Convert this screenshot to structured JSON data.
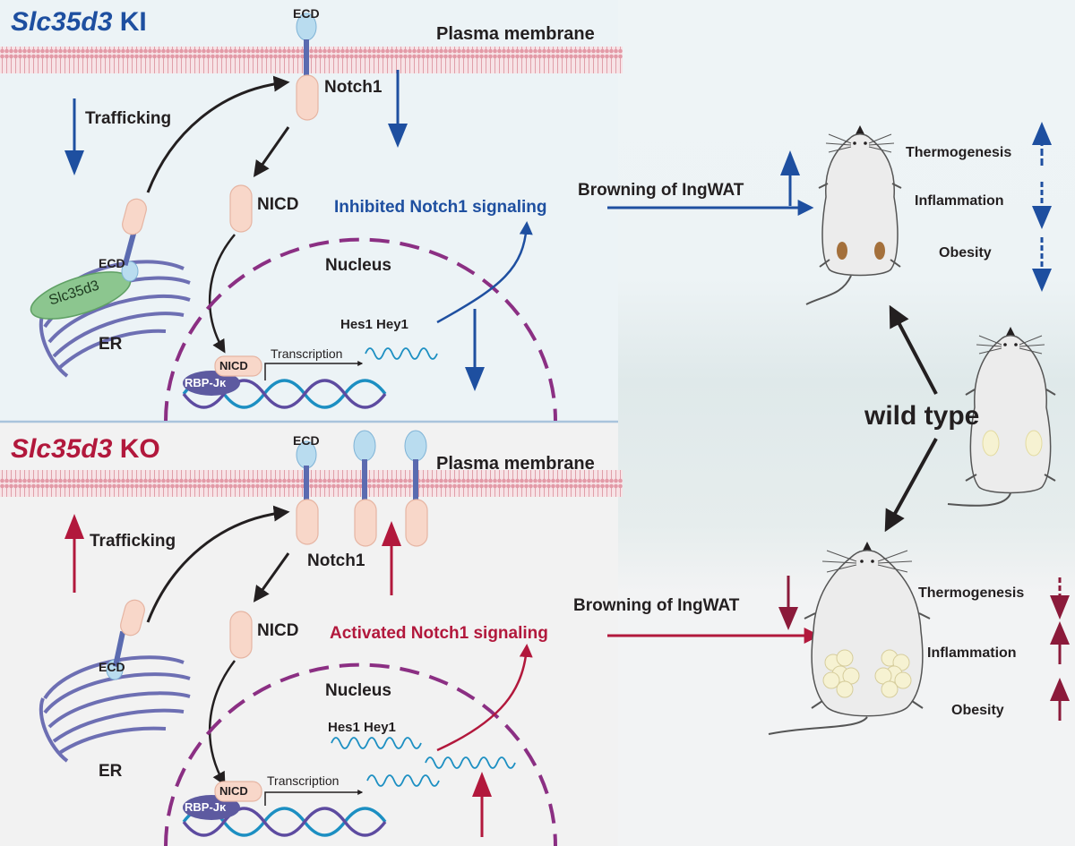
{
  "colors": {
    "ki_blue": "#1e4fa0",
    "ko_red": "#b2183c",
    "dark_arrow": "#231f20",
    "membrane_pink": "#e9a8b3",
    "receptor_pill": "#f8d7c9",
    "ecd_blue": "#b9dcef",
    "stalk_purple": "#5b6bb0",
    "nucleus_purple": "#8b2f83",
    "dna_teal": "#1c8fc2",
    "dna_purple": "#5d4ba0",
    "slc35d3_green": "#8cc68f",
    "rbp_purple": "#5d5aa0",
    "brown_fat": "#a4703b",
    "white_fat": "#f6f2d2"
  },
  "icons": [
    "mouse-icon",
    "dna-helix-icon",
    "er-icon",
    "membrane-icon",
    "receptor-icon",
    "mrna-wave-icon"
  ],
  "ki": {
    "title_gene": "Slc35d3",
    "title_suffix": "KI",
    "plasma_membrane": "Plasma membrane",
    "ecd": "ECD",
    "notch1": "Notch1",
    "trafficking": "Trafficking",
    "nicd": "NICD",
    "signaling": "Inhibited Notch1 signaling",
    "ecd_er": "ECD",
    "slc35d3": "Slc35d3",
    "er": "ER",
    "nucleus": "Nucleus",
    "genes": "Hes1 Hey1",
    "nicd_box": "NICD",
    "rbp": "RBP-Jκ",
    "transcription": "Transcription",
    "browning": "Browning of IngWAT",
    "thermogenesis": "Thermogenesis",
    "inflammation": "Inflammation",
    "obesity": "Obesity"
  },
  "ko": {
    "title_gene": "Slc35d3",
    "title_suffix": "KO",
    "plasma_membrane": "Plasma membrane",
    "ecd": "ECD",
    "notch1": "Notch1",
    "trafficking": "Trafficking",
    "nicd": "NICD",
    "signaling": "Activated Notch1 signaling",
    "ecd_er": "ECD",
    "er": "ER",
    "nucleus": "Nucleus",
    "genes": "Hes1 Hey1",
    "nicd_box": "NICD",
    "rbp": "RBP-Jκ",
    "transcription": "Transcription",
    "browning": "Browning of IngWAT",
    "thermogenesis": "Thermogenesis",
    "inflammation": "Inflammation",
    "obesity": "Obesity"
  },
  "wild_type": "wild type"
}
